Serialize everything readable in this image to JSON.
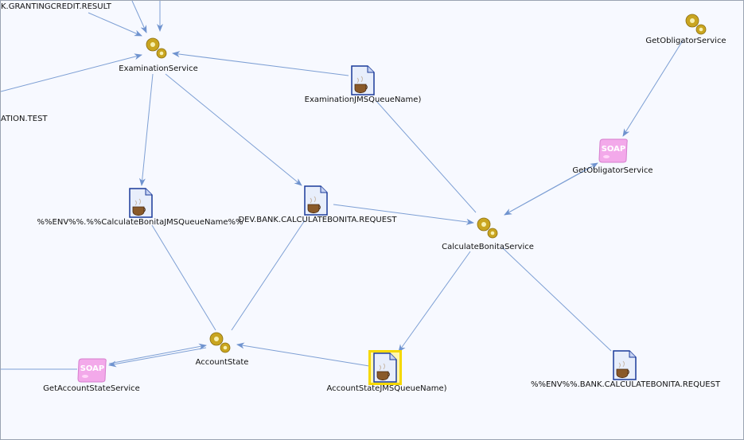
{
  "diagram": {
    "nodes": {
      "granting_result": {
        "label": "K.GRANTINGCREDIT.RESULT",
        "kind": "fragment"
      },
      "examination_test": {
        "label": "ATION.TEST",
        "kind": "fragment"
      },
      "examination_service": {
        "label": "ExaminationService",
        "kind": "service",
        "icon": "gears-icon"
      },
      "examination_queue": {
        "label": "ExaminationJMSQueueName)",
        "kind": "queue",
        "icon": "jms-queue-icon"
      },
      "get_obligator_service_top": {
        "label": "GetObligatorService",
        "kind": "service",
        "icon": "gears-icon"
      },
      "get_obligator_service_soap": {
        "label": "GetObligatorService",
        "kind": "soap",
        "icon": "soap-icon",
        "icon_text": "SOAP"
      },
      "calc_bonita_queue_env": {
        "label": "%%ENV%%.%%CalculateBonitaJMSQueueName%%",
        "kind": "queue",
        "icon": "jms-queue-icon"
      },
      "dev_bank_request": {
        "label": "DEV.BANK.CALCULATEBONITA.REQUEST",
        "kind": "queue",
        "icon": "jms-queue-icon"
      },
      "calculate_bonita_service": {
        "label": "CalculateBonitaService",
        "kind": "service",
        "icon": "gears-icon"
      },
      "account_state": {
        "label": "AccountState",
        "kind": "service",
        "icon": "gears-icon"
      },
      "get_account_state_service": {
        "label": "GetAccountStateService",
        "kind": "soap",
        "icon": "soap-icon",
        "icon_text": "SOAP"
      },
      "account_state_queue": {
        "label": "AccountStateJMSQueueName)",
        "kind": "queue",
        "icon": "jms-queue-icon",
        "selected": true
      },
      "env_bank_request": {
        "label": "%%ENV%%.BANK.CALCULATEBONITA.REQUEST",
        "kind": "queue",
        "icon": "jms-queue-icon"
      }
    },
    "colors": {
      "edge": "#7d9fd4",
      "canvas": "#f7f9ff",
      "selection": "#f5d800",
      "soap": "#f0a8e8"
    }
  }
}
